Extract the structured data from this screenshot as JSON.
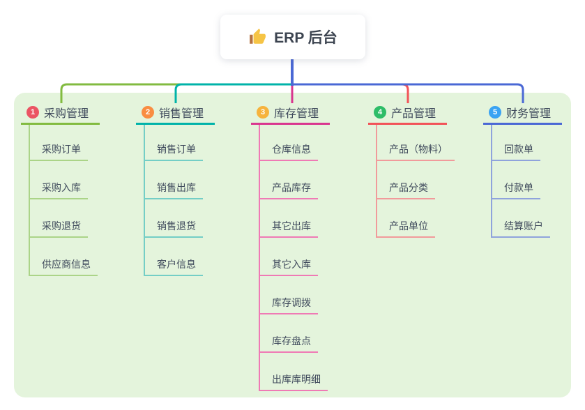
{
  "root": {
    "label": "ERP 后台",
    "icon": "thumbs-up-icon"
  },
  "branches": [
    {
      "num": "1",
      "label": "采购管理",
      "badge_color": "#eb5463",
      "line_color": "#82bb40",
      "child_line_color": "#abd488",
      "children": [
        "采购订单",
        "采购入库",
        "采购退货",
        "供应商信息"
      ]
    },
    {
      "num": "2",
      "label": "销售管理",
      "badge_color": "#f98d41",
      "line_color": "#00b3a9",
      "child_line_color": "#74cec6",
      "children": [
        "销售订单",
        "销售出库",
        "销售退货",
        "客户信息"
      ]
    },
    {
      "num": "3",
      "label": "库存管理",
      "badge_color": "#f6b33d",
      "line_color": "#d9368f",
      "child_line_color": "#ef7ab5",
      "children": [
        "仓库信息",
        "产品库存",
        "其它出库",
        "其它入库",
        "库存调拨",
        "库存盘点",
        "出库库明细"
      ]
    },
    {
      "num": "4",
      "label": "产品管理",
      "badge_color": "#2ebd68",
      "line_color": "#f25358",
      "child_line_color": "#f19a9b",
      "children": [
        "产品（物料）",
        "产品分类",
        "产品单位"
      ]
    },
    {
      "num": "5",
      "label": "财务管理",
      "badge_color": "#3aa3f3",
      "line_color": "#4a68d5",
      "child_line_color": "#8fa3dc",
      "children": [
        "回款单",
        "付款单",
        "结算账户"
      ]
    }
  ],
  "colors": {
    "panel_bg": "#e4f4dc",
    "root_stub_blue": "#4a68d5",
    "text": "#3f4a5c",
    "card_bg": "#ffffff",
    "thumb_yellow": "#f6c445",
    "thumb_cuff": "#b5713f"
  }
}
